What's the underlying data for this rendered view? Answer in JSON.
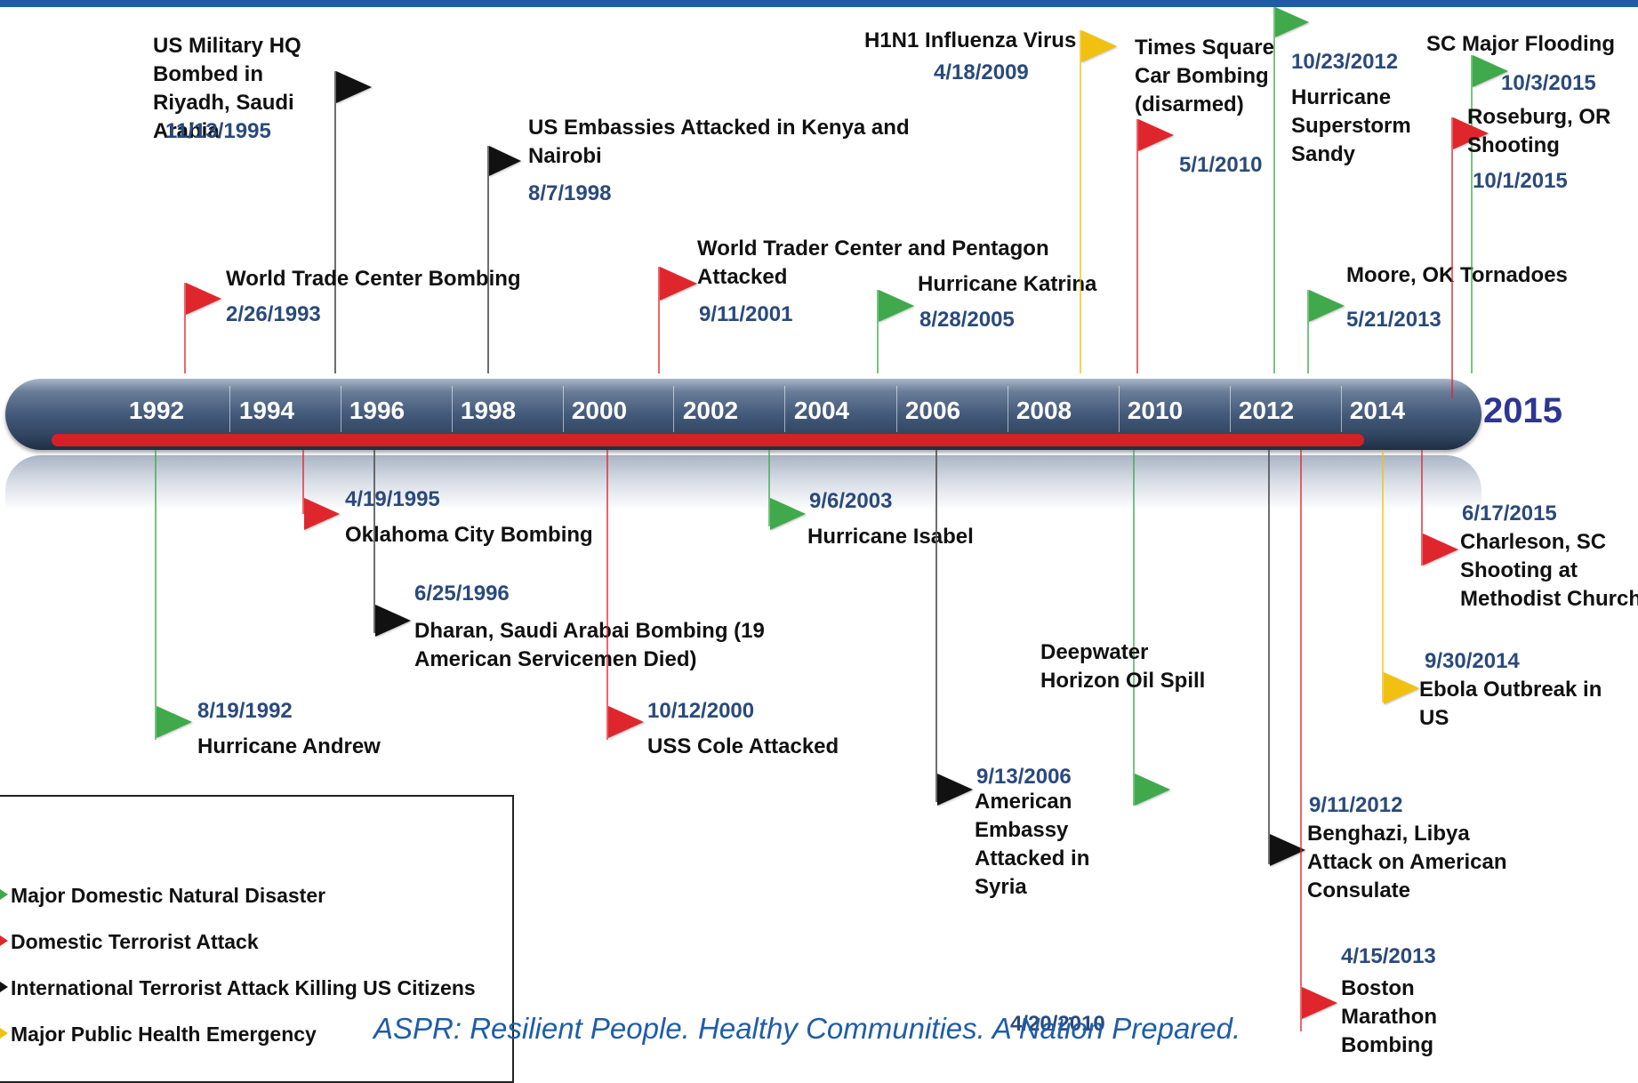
{
  "colors": {
    "natural_disaster": "#3fa94b",
    "domestic_terror": "#e0262d",
    "international_terror": "#111111",
    "public_health": "#f2c010"
  },
  "timeline": {
    "years": [
      "1992",
      "1994",
      "1996",
      "1998",
      "2000",
      "2002",
      "2004",
      "2006",
      "2008",
      "2010",
      "2012",
      "2014"
    ],
    "end_year": "2015"
  },
  "events": [
    {
      "id": "us-military-hq",
      "type": "international_terror",
      "title": "US Military HQ Bombed in Riyadh, Saudi Arabia",
      "date": "11/13/1995"
    },
    {
      "id": "embassies-kenya",
      "type": "international_terror",
      "title": "US Embassies Attacked in Kenya and Nairobi",
      "date": "8/7/1998"
    },
    {
      "id": "wtc-1993",
      "type": "domestic_terror",
      "title": "World Trade Center Bombing",
      "date": "2/26/1993"
    },
    {
      "id": "wtc-2001",
      "type": "domestic_terror",
      "title": "World Trader Center and Pentagon Attacked",
      "date": "9/11/2001"
    },
    {
      "id": "katrina",
      "type": "natural_disaster",
      "title": "Hurricane Katrina",
      "date": "8/28/2005"
    },
    {
      "id": "h1n1",
      "type": "public_health",
      "title": "H1N1 Influenza Virus",
      "date": "4/18/2009"
    },
    {
      "id": "times-square",
      "type": "domestic_terror",
      "title": "Times Square Car Bombing (disarmed)",
      "date": "5/1/2010"
    },
    {
      "id": "sandy",
      "type": "natural_disaster",
      "title": "Hurricane Superstorm Sandy",
      "date": "10/23/2012"
    },
    {
      "id": "moore",
      "type": "natural_disaster",
      "title": "Moore, OK Tornadoes",
      "date": "5/21/2013"
    },
    {
      "id": "sc-flood",
      "type": "natural_disaster",
      "title": "SC Major Flooding",
      "date": "10/3/2015"
    },
    {
      "id": "roseburg",
      "type": "domestic_terror",
      "title": "Roseburg, OR Shooting",
      "date": "10/1/2015"
    },
    {
      "id": "oklahoma",
      "type": "domestic_terror",
      "title": "Oklahoma City Bombing",
      "date": "4/19/1995"
    },
    {
      "id": "dharan",
      "type": "international_terror",
      "title": "Dharan, Saudi Arabai Bombing (19 American Servicemen Died)",
      "date": "6/25/1996"
    },
    {
      "id": "andrew",
      "type": "natural_disaster",
      "title": "Hurricane Andrew",
      "date": "8/19/1992"
    },
    {
      "id": "uss-cole",
      "type": "domestic_terror",
      "title": "USS Cole Attacked",
      "date": "10/12/2000"
    },
    {
      "id": "isabel",
      "type": "natural_disaster",
      "title": "Hurricane Isabel",
      "date": "9/6/2003"
    },
    {
      "id": "syria",
      "type": "international_terror",
      "title": "American Embassy Attacked in Syria",
      "date": "9/13/2006"
    },
    {
      "id": "deepwater",
      "type": "natural_disaster",
      "title": "Deepwater Horizon Oil Spill",
      "date": "4/20/2010"
    },
    {
      "id": "benghazi",
      "type": "international_terror",
      "title": "Benghazi, Libya Attack on American Consulate",
      "date": "9/11/2012"
    },
    {
      "id": "boston",
      "type": "domestic_terror",
      "title": "Boston Marathon Bombing",
      "date": "4/15/2013"
    },
    {
      "id": "charleston",
      "type": "domestic_terror",
      "title": "Charleson, SC Shooting at Methodist Church",
      "date": "6/17/2015"
    },
    {
      "id": "ebola",
      "type": "public_health",
      "title": "Ebola Outbreak in US",
      "date": "9/30/2014"
    }
  ],
  "legend": [
    {
      "type": "natural_disaster",
      "label": "Major Domestic Natural Disaster"
    },
    {
      "type": "domestic_terror",
      "label": "Domestic Terrorist Attack"
    },
    {
      "type": "international_terror",
      "label": "International Terrorist Attack Killing US Citizens"
    },
    {
      "type": "public_health",
      "label": "Major Public Health Emergency"
    }
  ],
  "tagline": "ASPR: Resilient People. Healthy Communities. A Nation Prepared."
}
